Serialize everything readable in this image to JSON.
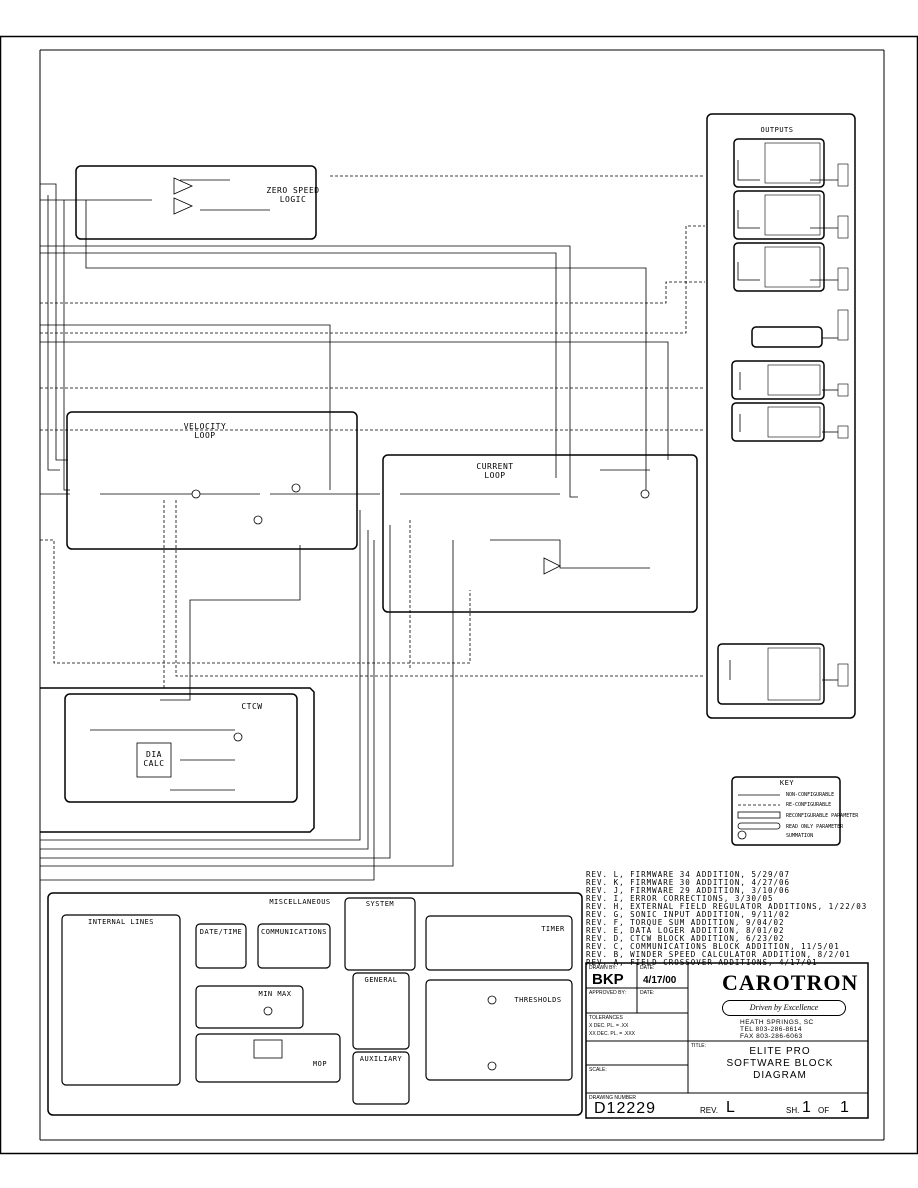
{
  "diagram": {
    "blocks": {
      "zero_speed": "ZERO SPEED\nLOGIC",
      "velocity": "VELOCITY\nLOOP",
      "current": "CURRENT\nLOOP",
      "ctcw": "CTCW",
      "dia_calc": "DIA\nCALC",
      "outputs": "OUTPUTS",
      "miscellaneous": "MISCELLANEOUS",
      "internal_lines": "INTERNAL  LINES",
      "date_time": "DATE/TIME",
      "communications": "COMMUNICATIONS",
      "system": "SYSTEM",
      "timer": "TIMER",
      "min_max": "MIN  MAX",
      "general": "GENERAL",
      "thresholds": "THRESHOLDS",
      "mop": "MOP",
      "auxiliary": "AUXILIARY",
      "key": "KEY"
    },
    "key_items": [
      "NON-CONFIGURABLE",
      "RE-CONFIGURABLE",
      "RECONFIGURABLE PARAMETER",
      "READ ONLY PARAMETER",
      "SUMMATION"
    ]
  },
  "revisions": [
    "REV. L, FIRMWARE 34 ADDITION, 5/29/07",
    "REV. K, FIRMWARE 30 ADDITION, 4/27/06",
    "REV. J, FIRMWARE 29 ADDITION, 3/10/06",
    "REV. I, ERROR CORRECTIONS, 3/30/05",
    "REV. H, EXTERNAL FIELD REGULATOR ADDITIONS, 1/22/03",
    "REV. G, SONIC INPUT ADDITION, 9/11/02",
    "REV. F, TORQUE SUM ADDITION, 9/04/02",
    "REV. E, DATA LOGER ADDITION, 8/01/02",
    "REV. D, CTCW BLOCK ADDITION, 6/23/02",
    "REV. C, COMMUNICATIONS BLOCK ADDITION, 11/5/01",
    "REV. B, WINDER SPEED CALCULATOR ADDITION, 8/2/01",
    "REV. A, FIELD CROSSOVER ADDITIONS, 4/17/01"
  ],
  "title_block": {
    "drawn_by_label": "DRAWN BY:",
    "drawn_by": "BKP",
    "date_label": "DATE:",
    "date": "4/17/00",
    "approved_by_label": "APPROVED BY:",
    "date2_label": "DATE:",
    "tolerances_label": "TOLERANCES",
    "tol_1": "X DEC. PL. = .XX",
    "tol_2": "XX DEC. PL. = .XXX",
    "scale_label": "SCALE:",
    "company": "CAROTRON",
    "slogan": "Driven by Excellence",
    "addr_1": "HEATH SPRINGS, SC",
    "addr_2": "TEL 803-286-8614",
    "addr_3": "FAX 803-286-6063",
    "title_label": "TITLE:",
    "title_1": "ELITE PRO",
    "title_2": "SOFTWARE BLOCK",
    "title_3": "DIAGRAM",
    "drawing_number_label": "DRAWING NUMBER",
    "drawing_number": "D12229",
    "rev_label": "REV.",
    "rev": "L",
    "sheet_label": "SH.",
    "sheet": "1",
    "of_label": "OF",
    "of": "1"
  }
}
